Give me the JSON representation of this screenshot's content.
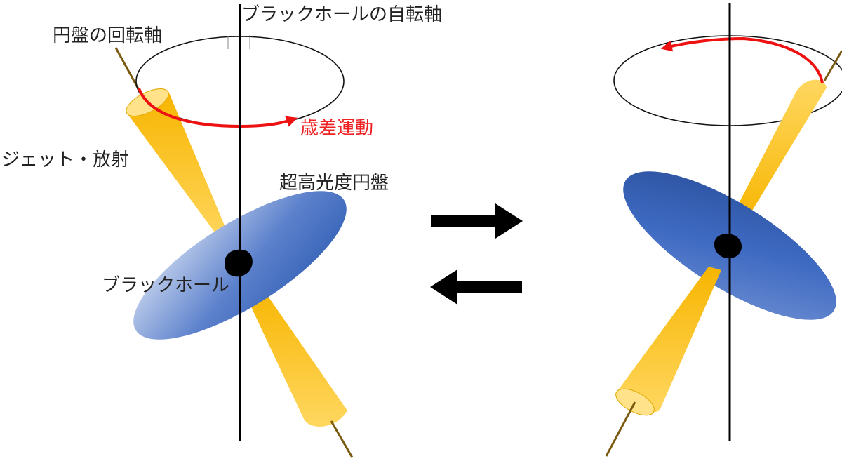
{
  "labels": {
    "bh_spin_axis": "ブラックホールの自転軸",
    "disk_rotation_axis": "円盤の回転軸",
    "precession": "歳差運動",
    "jet_radiation": "ジェット・放射",
    "super_luminous_disk": "超高光度円盤",
    "black_hole": "ブラックホール"
  },
  "colors": {
    "text": "#222222",
    "precession_text": "#ee2222",
    "red_arrow": "#ee1111",
    "axis": "#000000",
    "disk_axis": "#7a5a10",
    "jet_dark": "#f7b500",
    "jet_light": "#ffd760",
    "disk_dark": "#2f5db3",
    "disk_light": "#b7c9ea",
    "black_hole": "#000000",
    "transition_arrow": "#000000"
  },
  "icons": {
    "forward": "right-arrow-icon",
    "backward": "left-arrow-icon"
  }
}
